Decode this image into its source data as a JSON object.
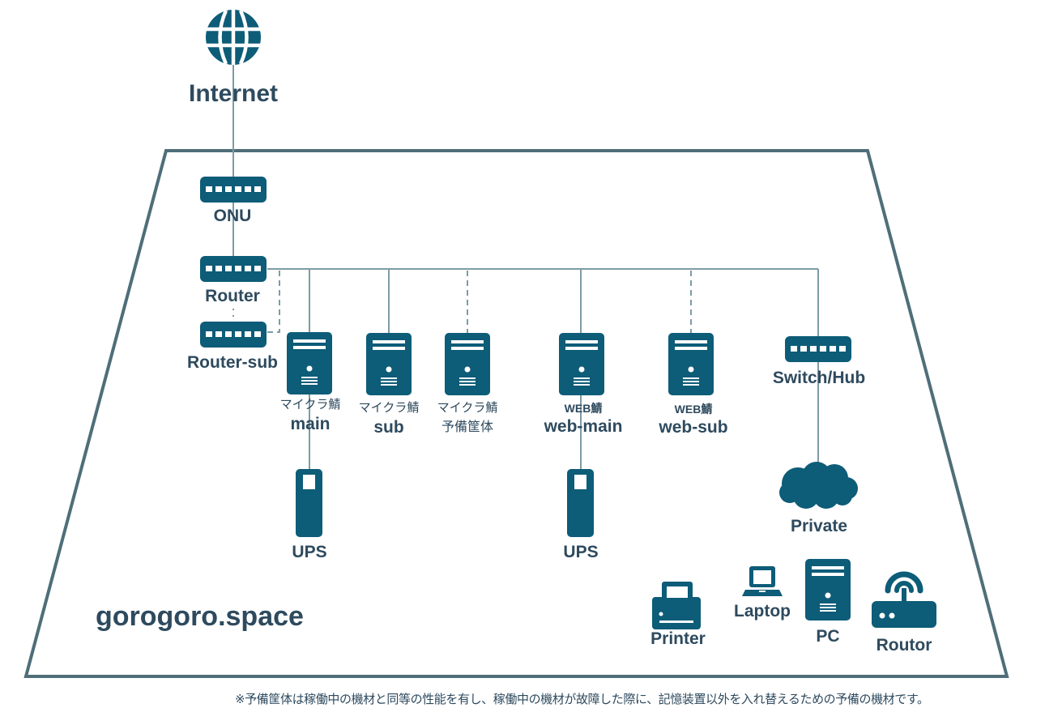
{
  "diagram": {
    "domain_name": "gorogoro.space",
    "footnote": "※予備筐体は稼働中の機材と同等の性能を有し、稼働中の機材が故障した際に、記憶装置以外を入れ替えるための予備の機材です。",
    "colors": {
      "icon": "#0d5c78",
      "line": "#7e9ca6",
      "border": "#4f6e78",
      "text": "#2e4a5e"
    },
    "nodes": {
      "internet": {
        "label": "Internet",
        "icon": "globe-icon"
      },
      "onu": {
        "label": "ONU",
        "icon": "network-device-icon"
      },
      "router": {
        "label": "Router",
        "icon": "network-device-icon"
      },
      "router_sub": {
        "label": "Router-sub",
        "icon": "network-device-icon"
      },
      "mc_main": {
        "caption": "マイクラ鯖",
        "label": "main",
        "icon": "server-icon"
      },
      "mc_sub": {
        "caption": "マイクラ鯖",
        "label": "sub",
        "icon": "server-icon"
      },
      "mc_spare": {
        "caption": "マイクラ鯖",
        "label": "予備筐体",
        "icon": "server-icon"
      },
      "web_main": {
        "caption": "WEB鯖",
        "label": "web-main",
        "icon": "server-icon"
      },
      "web_sub": {
        "caption": "WEB鯖",
        "label": "web-sub",
        "icon": "server-icon"
      },
      "switch_hub": {
        "label": "Switch/Hub",
        "icon": "network-device-icon"
      },
      "private": {
        "label": "Private",
        "icon": "cloud-icon"
      },
      "ups_main": {
        "label": "UPS",
        "icon": "ups-icon"
      },
      "ups_web": {
        "label": "UPS",
        "icon": "ups-icon"
      },
      "printer": {
        "label": "Printer",
        "icon": "printer-icon"
      },
      "laptop": {
        "label": "Laptop",
        "icon": "laptop-icon"
      },
      "pc": {
        "label": "PC",
        "icon": "pc-icon"
      },
      "routor": {
        "label": "Routor",
        "icon": "wifi-router-icon"
      }
    },
    "connections": [
      {
        "from": "internet",
        "to": "onu",
        "style": "solid"
      },
      {
        "from": "onu",
        "to": "router",
        "style": "solid"
      },
      {
        "from": "router",
        "to": "router_sub",
        "style": "dotted"
      },
      {
        "from": "router",
        "to": "mc_main",
        "style": "solid"
      },
      {
        "from": "router",
        "to": "mc_sub",
        "style": "solid"
      },
      {
        "from": "router",
        "to": "mc_spare",
        "style": "dashed"
      },
      {
        "from": "router",
        "to": "web_main",
        "style": "solid"
      },
      {
        "from": "router",
        "to": "web_sub",
        "style": "dashed"
      },
      {
        "from": "router",
        "to": "switch_hub",
        "style": "solid"
      },
      {
        "from": "router_sub",
        "to": "router-bus",
        "style": "dashed"
      },
      {
        "from": "mc_main",
        "to": "ups_main",
        "style": "solid"
      },
      {
        "from": "web_main",
        "to": "ups_web",
        "style": "solid"
      },
      {
        "from": "switch_hub",
        "to": "private",
        "style": "solid"
      }
    ]
  }
}
